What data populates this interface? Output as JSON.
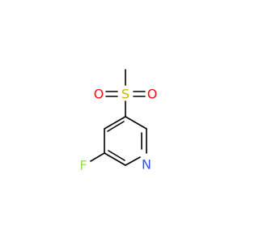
{
  "molecule": {
    "atoms": {
      "fluorine": {
        "label": "F",
        "color": "#90e050"
      },
      "nitrogen": {
        "label": "N",
        "color": "#3050f8"
      },
      "sulfur": {
        "label": "S",
        "color": "#c8b400"
      },
      "oxygen_left": {
        "label": "O",
        "color": "#ff0d0d"
      },
      "oxygen_right": {
        "label": "O",
        "color": "#ff0d0d"
      }
    },
    "bond_color": "#000000"
  }
}
